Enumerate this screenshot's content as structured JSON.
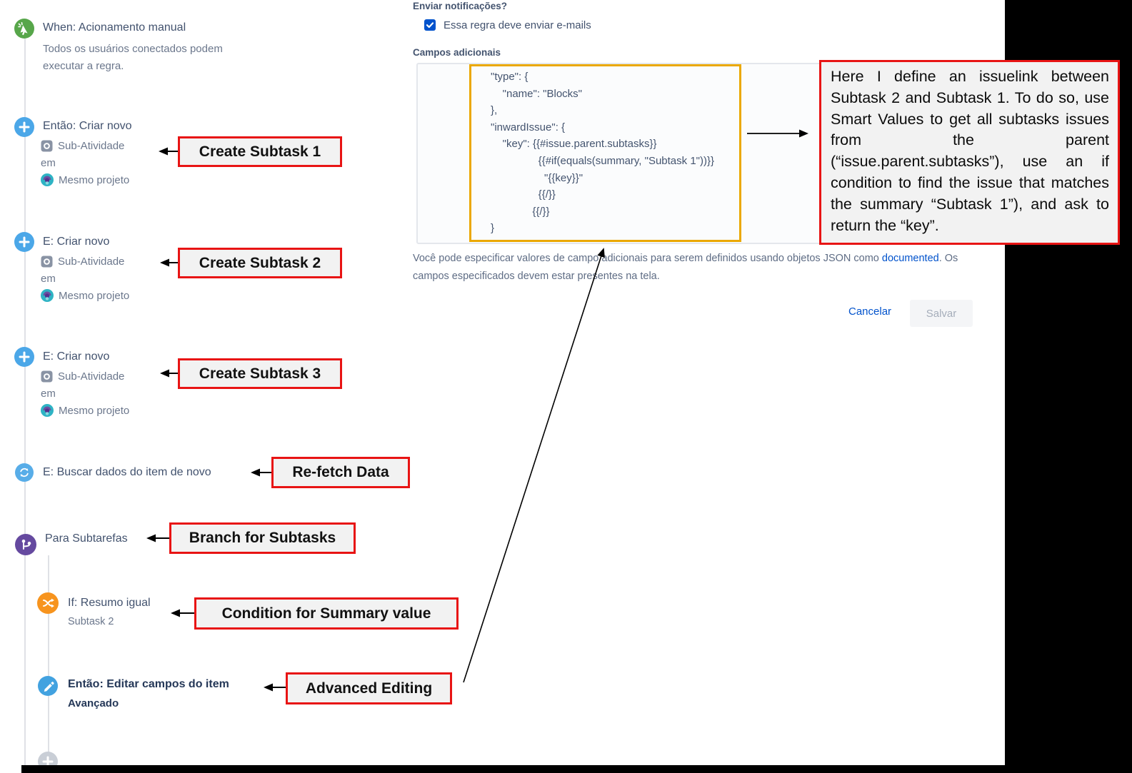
{
  "rule": {
    "steps": [
      {
        "icon": "manual-trigger-icon",
        "title": "When: Acionamento manual",
        "description": "Todos os usuários conectados podem executar a regra."
      },
      {
        "icon": "add-icon",
        "title": "Então: Criar novo",
        "issue_type": "Sub-Atividade",
        "connector": "em",
        "project": "Mesmo projeto"
      },
      {
        "icon": "add-icon",
        "title": "E: Criar novo",
        "issue_type": "Sub-Atividade",
        "connector": "em",
        "project": "Mesmo projeto"
      },
      {
        "icon": "add-icon",
        "title": "E: Criar novo",
        "issue_type": "Sub-Atividade",
        "connector": "em",
        "project": "Mesmo projeto"
      },
      {
        "icon": "refresh-icon",
        "title": "E: Buscar dados do item de novo"
      },
      {
        "icon": "branch-icon",
        "title": "Para Subtarefas"
      },
      {
        "icon": "condition-icon",
        "title": "If: Resumo igual",
        "subtitle": "Subtask 2"
      },
      {
        "icon": "edit-icon",
        "title": "Então: Editar campos do item",
        "subtitle": "Avançado"
      }
    ]
  },
  "callouts": [
    {
      "label": "Create Subtask 1"
    },
    {
      "label": "Create Subtask 2"
    },
    {
      "label": "Create Subtask 3"
    },
    {
      "label": "Re-fetch Data"
    },
    {
      "label": "Branch for Subtasks"
    },
    {
      "label": "Condition for Summary value"
    },
    {
      "label": "Advanced Editing"
    }
  ],
  "panel": {
    "notifications_label": "Enviar notificações?",
    "checkbox_checked": true,
    "checkbox_label": "Essa regra deve enviar e-mails",
    "additional_fields_label": "Campos adicionais",
    "code": "      \"type\": {\n          \"name\": \"Blocks\"\n      },\n      \"inwardIssue\": {\n          \"key\": {{#issue.parent.subtasks}}\n                      {{#if(equals(summary, \"Subtask 1\"))}}\n                        \"{{key}}\"\n                      {{/}}\n                    {{/}}\n      }",
    "help_before_link": "Você pode especificar valores de campo adicionais para serem definidos usando objetos JSON como ",
    "help_link": "documented",
    "help_after_link": ". Os campos especificados devem estar presentes na tela.",
    "cancel_label": "Cancelar",
    "save_label": "Salvar"
  },
  "annotation": {
    "text": "Here I define an issuelink between Subtask 2 and Subtask 1. To do so, use Smart Values to get all subtasks issues from the parent (“issue.parent.subtasks”), use an if condition to find the issue that matches the summary “Subtask 1”), and ask to return the “key”."
  },
  "colors": {
    "trigger_green": "#57a64a",
    "action_blue": "#4ba7e8",
    "branch_purple": "#65499f",
    "condition_orange": "#f7941e",
    "disabled_grey": "#c9ced6",
    "link_blue": "#0052cc",
    "highlight_orange": "#eba800",
    "callout_red": "#e81414"
  }
}
